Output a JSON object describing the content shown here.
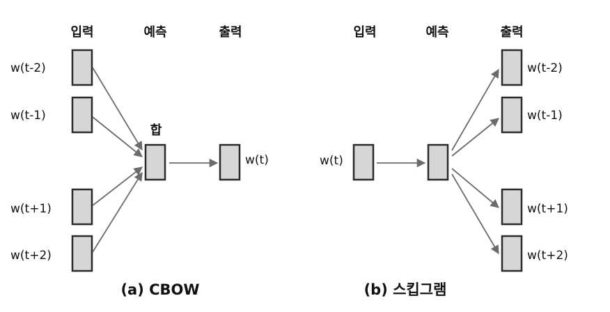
{
  "cbow": {
    "headers": {
      "input": "입력",
      "projection": "예측",
      "output": "출력"
    },
    "inputs": [
      "w(t-2)",
      "w(t-1)",
      "w(t+1)",
      "w(t+2)"
    ],
    "sum_label": "합",
    "output": "w(t)",
    "caption": "(a) CBOW"
  },
  "skipgram": {
    "headers": {
      "input": "입력",
      "projection": "예측",
      "output": "출력"
    },
    "input": "w(t)",
    "outputs": [
      "w(t-2)",
      "w(t-1)",
      "w(t+1)",
      "w(t+2)"
    ],
    "caption": "(b) 스킵그램"
  }
}
